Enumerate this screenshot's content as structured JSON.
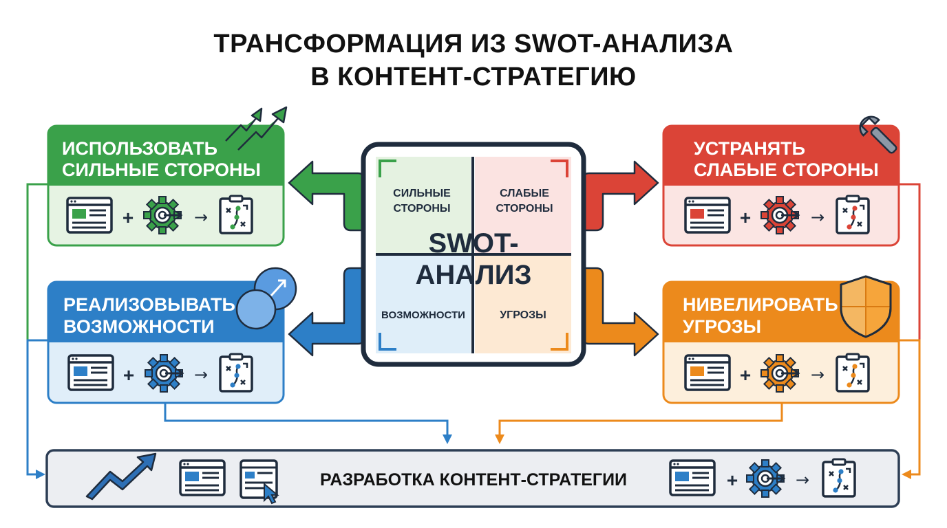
{
  "title": {
    "line1": "ТРАНСФОРМАЦИЯ ИЗ SWOT-АНАЛИЗА",
    "line2": "В КОНТЕНТ-СТРАТЕГИЮ"
  },
  "swot": {
    "center_line1": "SWOT-",
    "center_line2": "АНАЛИЗ",
    "strengths": [
      "СИЛЬНЫЕ",
      "СТОРОНЫ"
    ],
    "weaknesses": [
      "СЛАБЫЕ",
      "СТОРОНЫ"
    ],
    "opportunities": "ВОЗМОЖНОСТИ",
    "threats": "УГРОЗЫ"
  },
  "cards": {
    "strengths": {
      "line1": "ИСПОЛЬЗОВАТЬ",
      "line2": "СИЛЬНЫЕ СТОРОНЫ",
      "color": "#3aa14a",
      "fill": "#e6f3e3",
      "icon": "trend-arrows-icon"
    },
    "weaknesses": {
      "line1": "УСТРАНЯТЬ",
      "line2": "СЛАБЫЕ СТОРОНЫ",
      "color": "#db4437",
      "fill": "#fbe5e3",
      "icon": "wrench-icon"
    },
    "opportunities": {
      "line1": "РЕАЛИЗОВЫВАТЬ",
      "line2": "ВОЗМОЖНОСТИ",
      "color": "#2d7fc7",
      "fill": "#e0eef9",
      "icon": "venn-arrow-icon"
    },
    "threats": {
      "line1": "НИВЕЛИРОВАТЬ",
      "line2": "УГРОЗЫ",
      "color": "#ec8a1c",
      "fill": "#fdefdc",
      "icon": "shield-icon"
    }
  },
  "workflow": {
    "plus": "+",
    "arrow": "→",
    "icons": [
      "content-page-icon",
      "gear-target-icon",
      "strategy-board-icon"
    ]
  },
  "bottom": {
    "label": "РАЗРАБОТКА КОНТЕНТ-СТРАТЕГИИ",
    "fill": "#eceef2",
    "stroke": "#2d3e55",
    "icons": [
      "growth-arrow-icon",
      "content-page-icon",
      "cursor-page-icon",
      "content-page-icon",
      "gear-target-icon",
      "strategy-board-icon"
    ]
  },
  "colors": {
    "dark": "#1f2c3d",
    "green": "#3aa14a",
    "red": "#db4437",
    "blue": "#2d7fc7",
    "orange": "#ec8a1c"
  }
}
